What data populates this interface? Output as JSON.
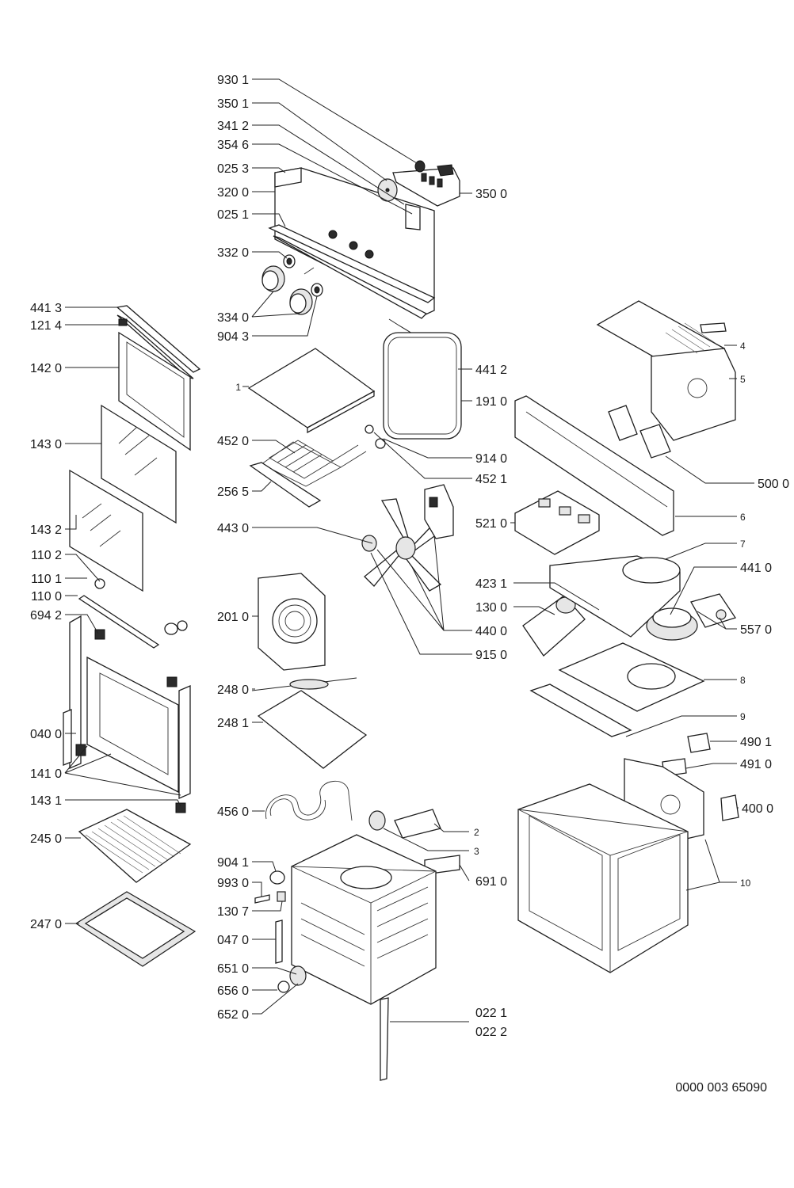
{
  "diagram": {
    "callouts": [
      {
        "id": "c_930_1",
        "text": "930 1"
      },
      {
        "id": "c_350_1",
        "text": "350 1"
      },
      {
        "id": "c_341_2",
        "text": "341 2"
      },
      {
        "id": "c_354_6",
        "text": "354 6"
      },
      {
        "id": "c_025_3",
        "text": "025 3"
      },
      {
        "id": "c_320_0",
        "text": "320 0"
      },
      {
        "id": "c_025_1",
        "text": "025 1"
      },
      {
        "id": "c_332_0",
        "text": "332 0"
      },
      {
        "id": "c_334_0",
        "text": "334 0"
      },
      {
        "id": "c_904_3",
        "text": "904 3"
      },
      {
        "id": "c_350_0",
        "text": "350 0"
      },
      {
        "id": "c_441_3",
        "text": "441 3"
      },
      {
        "id": "c_121_4",
        "text": "121 4"
      },
      {
        "id": "c_142_0",
        "text": "142 0"
      },
      {
        "id": "c_143_0",
        "text": "143 0"
      },
      {
        "id": "c_143_2",
        "text": "143 2"
      },
      {
        "id": "c_110_2",
        "text": "110 2"
      },
      {
        "id": "c_110_1",
        "text": "110 1"
      },
      {
        "id": "c_110_0",
        "text": "110 0"
      },
      {
        "id": "c_694_2",
        "text": "694 2"
      },
      {
        "id": "c_040_0",
        "text": "040 0"
      },
      {
        "id": "c_141_0",
        "text": "141 0"
      },
      {
        "id": "c_143_1",
        "text": "143 1"
      },
      {
        "id": "c_245_0",
        "text": "245 0"
      },
      {
        "id": "c_247_0",
        "text": "247 0"
      },
      {
        "id": "c_1",
        "text": "1"
      },
      {
        "id": "c_452_0",
        "text": "452 0"
      },
      {
        "id": "c_256_5",
        "text": "256 5"
      },
      {
        "id": "c_443_0",
        "text": "443 0"
      },
      {
        "id": "c_201_0",
        "text": "201 0"
      },
      {
        "id": "c_248_0",
        "text": "248 0"
      },
      {
        "id": "c_248_1",
        "text": "248 1"
      },
      {
        "id": "c_456_0",
        "text": "456 0"
      },
      {
        "id": "c_904_1",
        "text": "904 1"
      },
      {
        "id": "c_993_0",
        "text": "993 0"
      },
      {
        "id": "c_130_7",
        "text": "130 7"
      },
      {
        "id": "c_047_0",
        "text": "047 0"
      },
      {
        "id": "c_651_0",
        "text": "651 0"
      },
      {
        "id": "c_656_0",
        "text": "656 0"
      },
      {
        "id": "c_652_0",
        "text": "652 0"
      },
      {
        "id": "c_441_2",
        "text": "441 2"
      },
      {
        "id": "c_191_0",
        "text": "191 0"
      },
      {
        "id": "c_914_0",
        "text": "914 0"
      },
      {
        "id": "c_452_1",
        "text": "452 1"
      },
      {
        "id": "c_521_0",
        "text": "521 0"
      },
      {
        "id": "c_423_1",
        "text": "423 1"
      },
      {
        "id": "c_130_0",
        "text": "130 0"
      },
      {
        "id": "c_440_0",
        "text": "440 0"
      },
      {
        "id": "c_915_0",
        "text": "915 0"
      },
      {
        "id": "c_2",
        "text": "2"
      },
      {
        "id": "c_3",
        "text": "3"
      },
      {
        "id": "c_691_0",
        "text": "691 0"
      },
      {
        "id": "c_022_1",
        "text": "022 1"
      },
      {
        "id": "c_022_2",
        "text": "022 2"
      },
      {
        "id": "c_4",
        "text": "4"
      },
      {
        "id": "c_5",
        "text": "5"
      },
      {
        "id": "c_500_0",
        "text": "500 0"
      },
      {
        "id": "c_6",
        "text": "6"
      },
      {
        "id": "c_7",
        "text": "7"
      },
      {
        "id": "c_441_0",
        "text": "441 0"
      },
      {
        "id": "c_557_0",
        "text": "557 0"
      },
      {
        "id": "c_8",
        "text": "8"
      },
      {
        "id": "c_9",
        "text": "9"
      },
      {
        "id": "c_490_1",
        "text": "490 1"
      },
      {
        "id": "c_491_0",
        "text": "491 0"
      },
      {
        "id": "c_400_0",
        "text": "400 0"
      },
      {
        "id": "c_10",
        "text": "10"
      }
    ],
    "drawing_number": "0000 003 65090"
  }
}
